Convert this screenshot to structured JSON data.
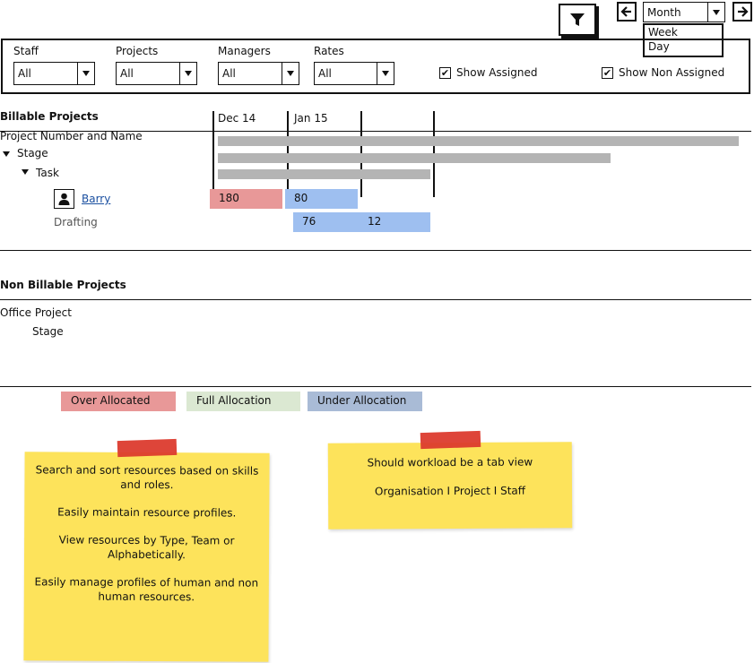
{
  "toolbar": {
    "period_select": "Month",
    "period_options": [
      "Week",
      "Day"
    ]
  },
  "filters": {
    "staff": {
      "label": "Staff",
      "value": "All"
    },
    "projects": {
      "label": "Projects",
      "value": "All"
    },
    "managers": {
      "label": "Managers",
      "value": "All"
    },
    "rates": {
      "label": "Rates",
      "value": "All"
    },
    "show_assigned": {
      "label": "Show Assigned",
      "checked": true
    },
    "show_non_assigned": {
      "label": "Show Non Assigned",
      "checked": true
    }
  },
  "billable": {
    "title": "Billable Projects",
    "timeline_labels": [
      "Dec 14",
      "Jan 15"
    ],
    "rows": {
      "project": "Project Number and Name",
      "stage": "Stage",
      "task": "Task",
      "person": "Barry",
      "drafting": "Drafting"
    },
    "allocations": {
      "barry_dec": "180",
      "barry_jan": "80",
      "drafting_jan": "76",
      "drafting_feb": "12"
    }
  },
  "non_billable": {
    "title": "Non Billable Projects",
    "project": "Office Project",
    "stage": "Stage"
  },
  "legend": {
    "over": {
      "label": "Over Allocated",
      "color": "#e89898"
    },
    "full": {
      "label": "Full Allocation",
      "color": "#dbe8d2"
    },
    "under": {
      "label": "Under Allocation",
      "color": "#a9bbd6"
    }
  },
  "colors": {
    "over": "#e89898",
    "under_bar": "#9ebff0",
    "gantt": "#b4b4b4",
    "note": "#fde35b"
  },
  "notes": {
    "left": [
      "Search and sort resources based on skills and roles.",
      "Easily maintain resource profiles.",
      "View resources by Type, Team or Alphabetically.",
      "Easily manage profiles of human and non human resources."
    ],
    "right": [
      "Should workload be a tab view",
      "Organisation I Project I Staff"
    ]
  }
}
